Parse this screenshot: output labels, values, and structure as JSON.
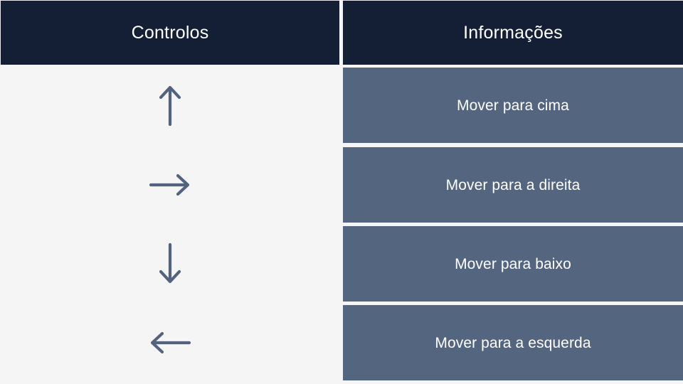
{
  "table": {
    "headers": {
      "controls": "Controlos",
      "info": "Informações"
    },
    "colors": {
      "header_background": "#141f35",
      "header_text": "#ffffff",
      "controls_background": "#f5f5f6",
      "arrow": "#54637d",
      "info_background": "#54657f",
      "info_text": "#ffffff"
    },
    "rows": [
      {
        "icon": "arrow-up-icon",
        "direction": "up",
        "label": "Mover para cima"
      },
      {
        "icon": "arrow-right-icon",
        "direction": "right",
        "label": "Mover para a direita"
      },
      {
        "icon": "arrow-down-icon",
        "direction": "down",
        "label": "Mover para baixo"
      },
      {
        "icon": "arrow-left-icon",
        "direction": "left",
        "label": "Mover para a esquerda"
      }
    ]
  }
}
